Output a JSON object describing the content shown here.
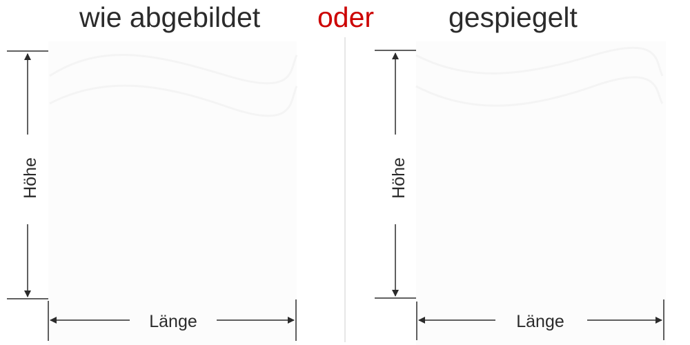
{
  "headings": {
    "left": "wie abgebildet",
    "middle": "oder",
    "right": "gespiegelt"
  },
  "left_panel": {
    "height_label": "Höhe",
    "length_label": "Länge"
  },
  "right_panel": {
    "height_label": "Höhe",
    "length_label": "Länge"
  },
  "colors": {
    "text": "#2b2b2b",
    "accent": "#cc0000",
    "divider": "#e6e6e6",
    "panel": "#fafafa"
  }
}
